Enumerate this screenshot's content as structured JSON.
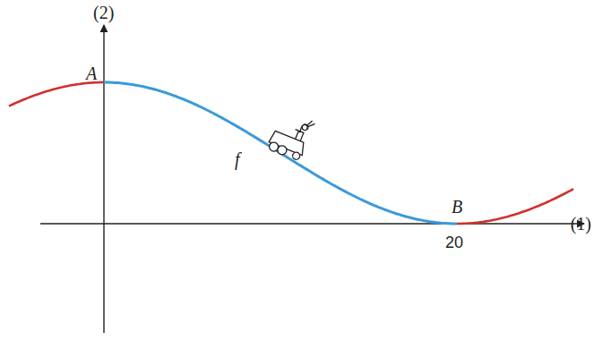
{
  "diagram": {
    "labels": [
      "(2)",
      "(1)",
      "A",
      "f",
      "B",
      "20"
    ]
  }
}
